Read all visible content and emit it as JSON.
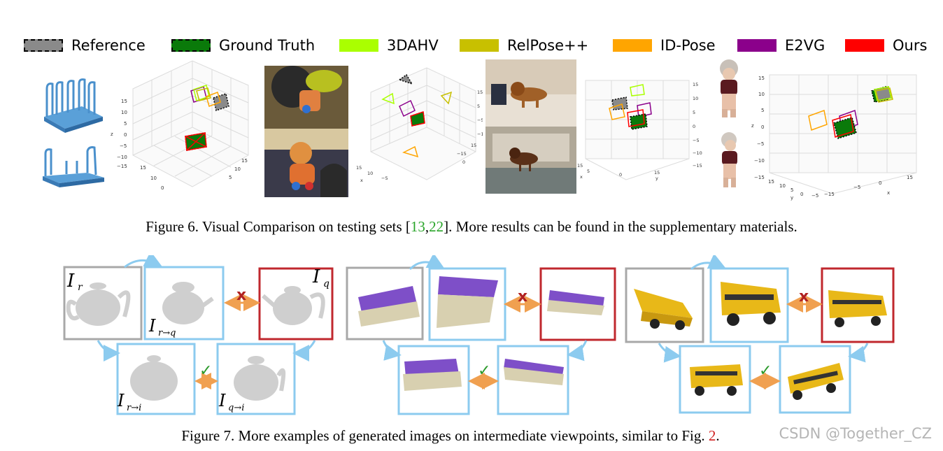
{
  "legend": [
    {
      "label": "Reference",
      "color": "#8a8a8a"
    },
    {
      "label": "Ground Truth",
      "color": "#0a7a0a"
    },
    {
      "label": "3DAHV",
      "color": "#aaff00"
    },
    {
      "label": "RelPose++",
      "color": "#c8c000"
    },
    {
      "label": "ID-Pose",
      "color": "#ffa500"
    },
    {
      "label": "E2VG",
      "color": "#8b008b"
    },
    {
      "label": "Ours",
      "color": "#ff0000"
    }
  ],
  "plot_ticks": {
    "z": [
      "15",
      "10",
      "5",
      "0",
      "−5",
      "−10",
      "−15"
    ],
    "x_short": [
      "15",
      "10",
      "5",
      "0",
      "−5",
      "−10",
      "−15"
    ],
    "y_short": [
      "−15",
      "−10",
      "−5",
      "0",
      "5",
      "10",
      "15"
    ],
    "axis_z": "z",
    "axis_x": "x",
    "axis_y": "y"
  },
  "figure6_caption": {
    "prefix": "Figure 6. Visual Comparison on testing sets [",
    "ref_a": "13",
    "sep": ",",
    "ref_b": "22",
    "suffix": "]. More results can be found in the supplementary materials."
  },
  "figure7_labels": {
    "ir": "I",
    "ir_sub": "r",
    "iq": "I",
    "iq_sub": "q",
    "irq": "I",
    "irq_sub": "r→q",
    "iri": "I",
    "iri_sub": "r→i",
    "iqi": "I",
    "iqi_sub": "q→i",
    "cross": "x",
    "check": "✓"
  },
  "figure7_caption": {
    "prefix": "Figure 7. More examples of generated images on intermediate viewpoints, similar to Fig. ",
    "ref": "2",
    "suffix": "."
  },
  "watermark": "CSDN @Together_CZ"
}
